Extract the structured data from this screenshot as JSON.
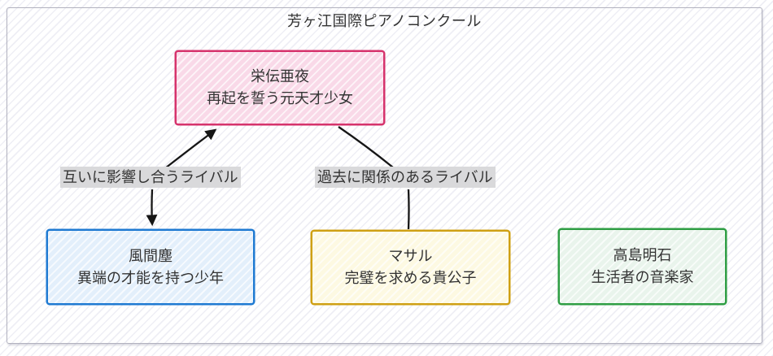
{
  "title": "芳ヶ江国際ピアノコンクール",
  "nodes": [
    {
      "id": "aya",
      "name": "栄伝亜夜",
      "desc": "再起を誓う元天才少女",
      "border_color": "#d6336c",
      "fill_color": "#f9d9e8"
    },
    {
      "id": "jin",
      "name": "風間塵",
      "desc": "異端の才能を持つ少年",
      "border_color": "#1f7ad2",
      "fill_color": "#e3effb"
    },
    {
      "id": "masaru",
      "name": "マサル",
      "desc": "完璧を求める貴公子",
      "border_color": "#cfa014",
      "fill_color": "#fdf9e2"
    },
    {
      "id": "akashi",
      "name": "高島明石",
      "desc": "生活者の音楽家",
      "border_color": "#2f9e44",
      "fill_color": "#e9f4ec"
    }
  ],
  "edges": [
    {
      "from": "風間塵",
      "to": "栄伝亜夜",
      "label": "互いに影響し合うライバル",
      "style": "double-arrow"
    },
    {
      "from": "マサル",
      "to": "栄伝亜夜",
      "label": "過去に関係のあるライバル",
      "style": "plain-line"
    }
  ],
  "colors": {
    "edge_line": "#161616",
    "edge_label_bg": "#d9d9db",
    "text": "#333333",
    "frame_border": "#b2b2bf"
  }
}
